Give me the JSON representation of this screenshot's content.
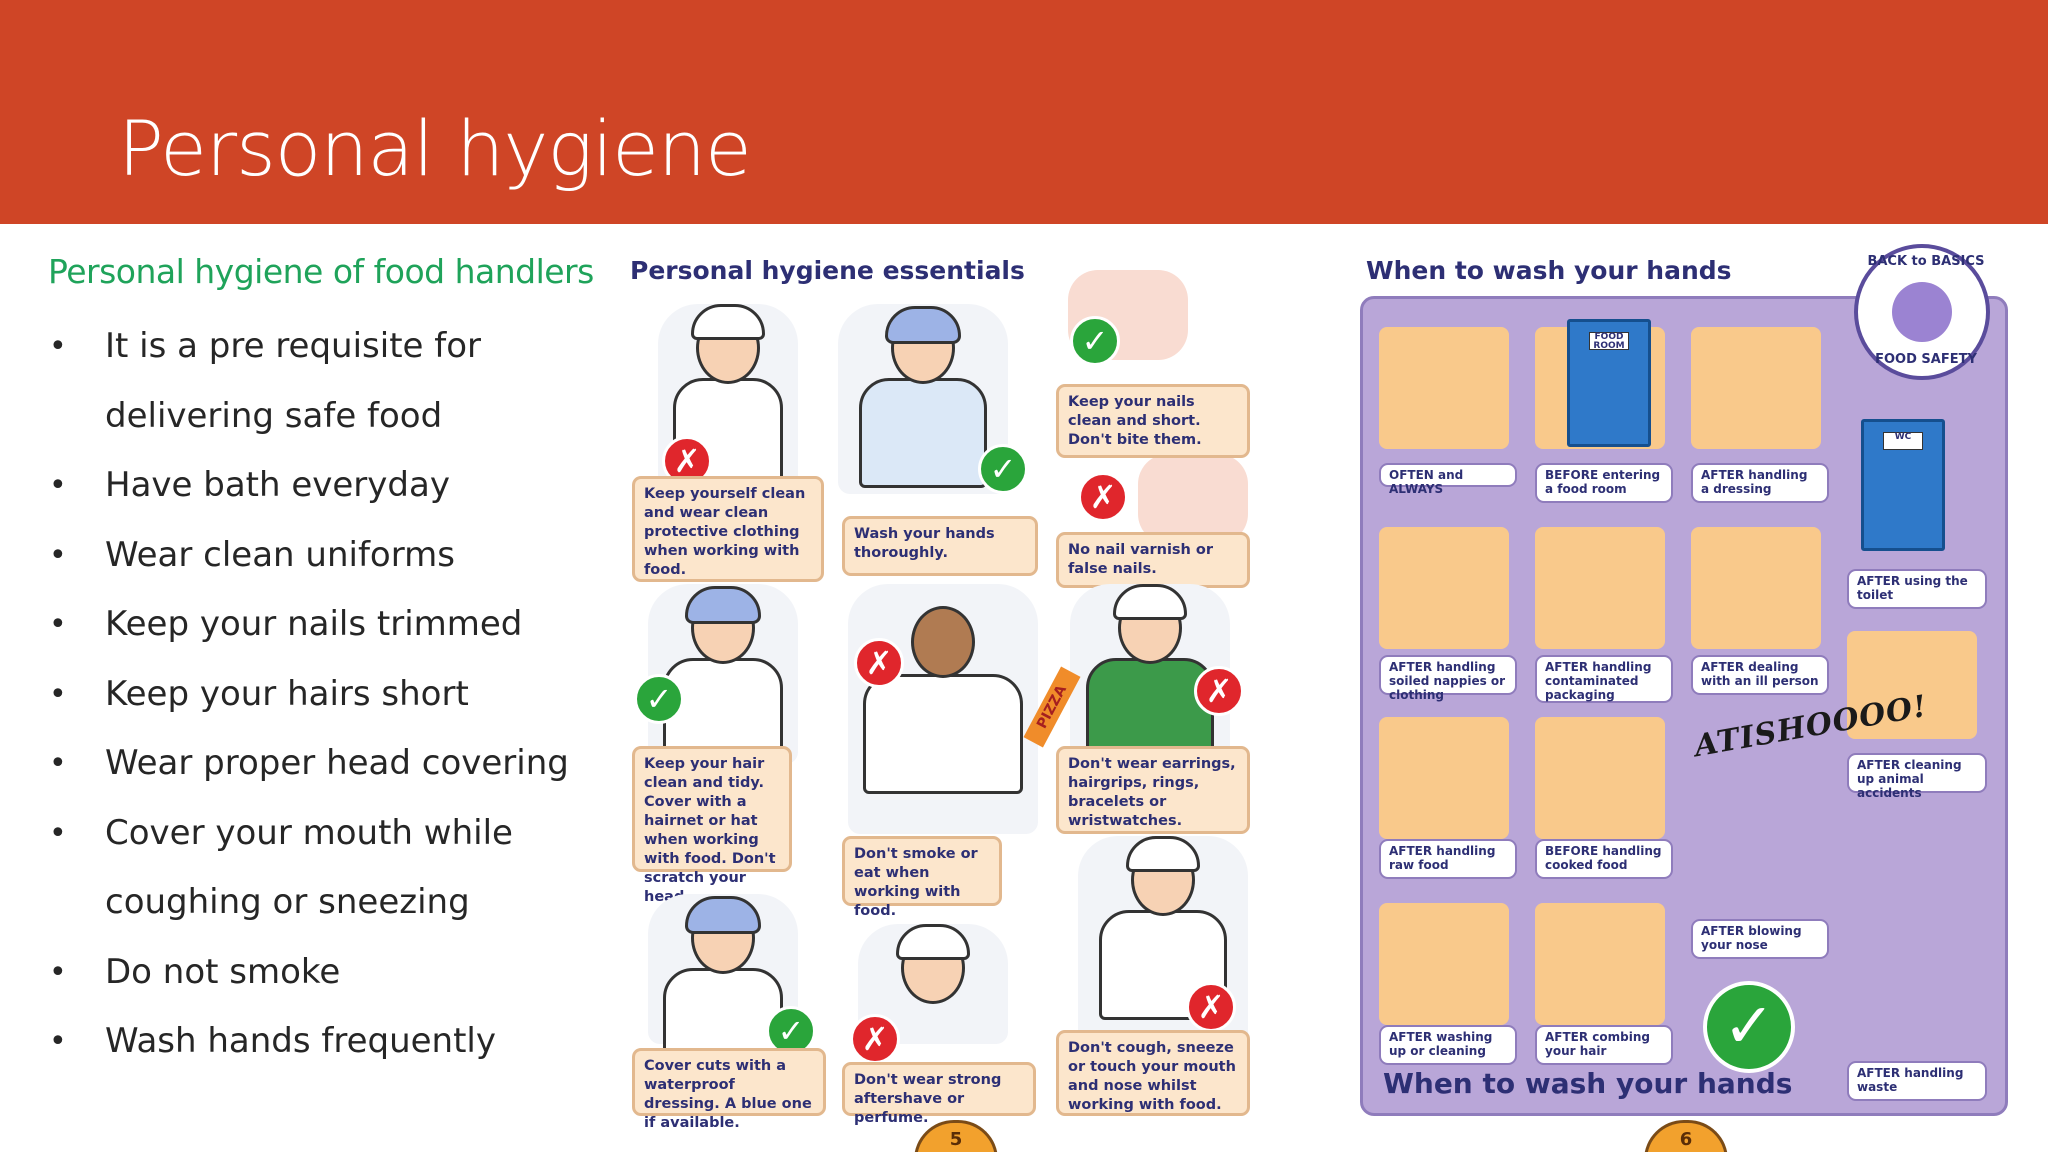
{
  "slide": {
    "title": "Personal hygiene",
    "subtitle": "Personal hygiene of food handlers",
    "bullets": [
      {
        "text": "It is a pre requisite for",
        "marker": "•"
      },
      {
        "text": "delivering safe food",
        "marker": ""
      },
      {
        "text": "Have bath everyday",
        "marker": "•"
      },
      {
        "text": "Wear clean uniforms",
        "marker": "•"
      },
      {
        "text": "Keep your nails trimmed",
        "marker": "•"
      },
      {
        "text": "Keep your hairs short",
        "marker": "•"
      },
      {
        "text": "Wear proper head covering",
        "marker": "•"
      },
      {
        "text": "Cover your mouth while",
        "marker": "•"
      },
      {
        "text": "coughing or sneezing",
        "marker": ""
      },
      {
        "text": "Do not smoke",
        "marker": "•"
      },
      {
        "text": "Wash hands frequently",
        "marker": "•"
      }
    ]
  },
  "essentials": {
    "heading": "Personal hygiene essentials",
    "page_number": "5",
    "captions": {
      "clean_clothing": "Keep yourself clean and wear clean protective clothing when working with food.",
      "wash_hands": "Wash your hands thoroughly.",
      "nails_clean": "Keep your nails clean and short. Don't bite them.",
      "no_varnish": "No nail varnish or false nails.",
      "hair_clean": "Keep your hair clean and tidy. Cover with a hairnet or hat when working with food. Don't scratch your head.",
      "no_smoke": "Don't smoke or eat when working with food.",
      "no_earrings": "Don't wear earrings, hairgrips, rings, bracelets or wristwatches.",
      "cover_cuts": "Cover cuts with a waterproof dressing. A blue one if available.",
      "no_aftershave": "Don't wear strong aftershave or perfume.",
      "no_cough": "Don't cough, sneeze or touch your mouth and nose whilst working with food."
    },
    "marks": {
      "good": "✓",
      "bad": "✗"
    },
    "pizza_box_text": "PIZZA"
  },
  "wash": {
    "heading": "When to wash your hands",
    "footer": "When to wash your hands",
    "page_number": "6",
    "seal": {
      "top": "BACK to BASICS",
      "bottom": "FOOD SAFETY"
    },
    "door_signs": {
      "food_room": "FOOD ROOM",
      "wc": "WC"
    },
    "sneeze": "ATISHOOOO!",
    "labels": {
      "often": "OFTEN and ALWAYS",
      "before_food_room": "BEFORE entering a food room",
      "after_dressing": "AFTER handling a dressing",
      "after_toilet": "AFTER using the toilet",
      "after_nappies": "AFTER handling soiled nappies or clothing",
      "after_packaging": "AFTER handling contaminated packaging",
      "after_ill": "AFTER dealing with an ill person",
      "after_animal": "AFTER cleaning up animal accidents",
      "after_raw": "AFTER handling raw food",
      "before_cooked": "BEFORE handling cooked food",
      "after_nose": "AFTER blowing your nose",
      "after_washing_up": "AFTER washing up or cleaning",
      "after_hair": "AFTER combing your hair",
      "after_waste": "AFTER handling waste"
    },
    "check": "✓"
  }
}
